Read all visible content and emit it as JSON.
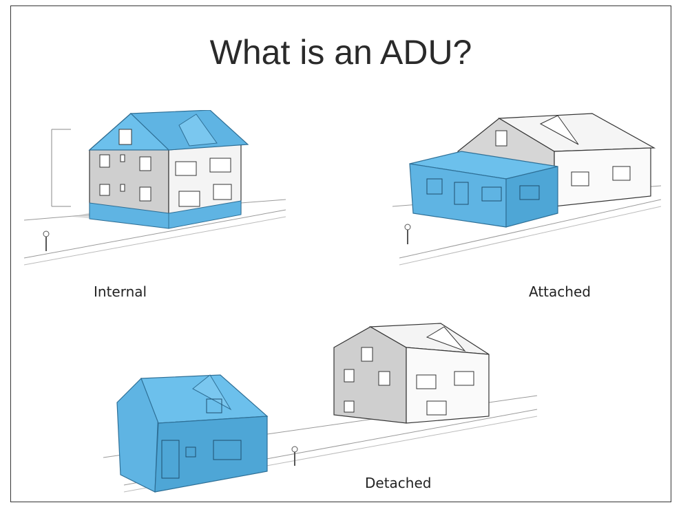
{
  "title": "What is an ADU?",
  "captions": {
    "internal": "Internal",
    "attached": "Attached",
    "detached": "Detached"
  },
  "colors": {
    "adu_blue": "#5fb4e3",
    "adu_blue_dark": "#3d8fc0",
    "house_gray": "#d9d9d9",
    "line": "#333333"
  }
}
